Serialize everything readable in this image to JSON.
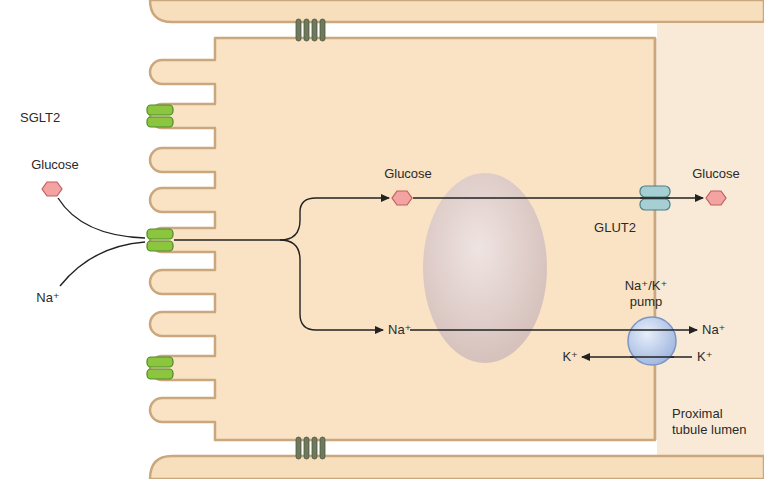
{
  "diagram": {
    "labels": [
      "SGLT2",
      "Glucose",
      "Na⁺",
      "Glucose",
      "GLUT2",
      "Glucose",
      "Na⁺/K⁺ pump",
      "Na⁺",
      "Na⁺",
      "K⁺",
      "K⁺",
      "Proximal tubule lumen"
    ]
  }
}
